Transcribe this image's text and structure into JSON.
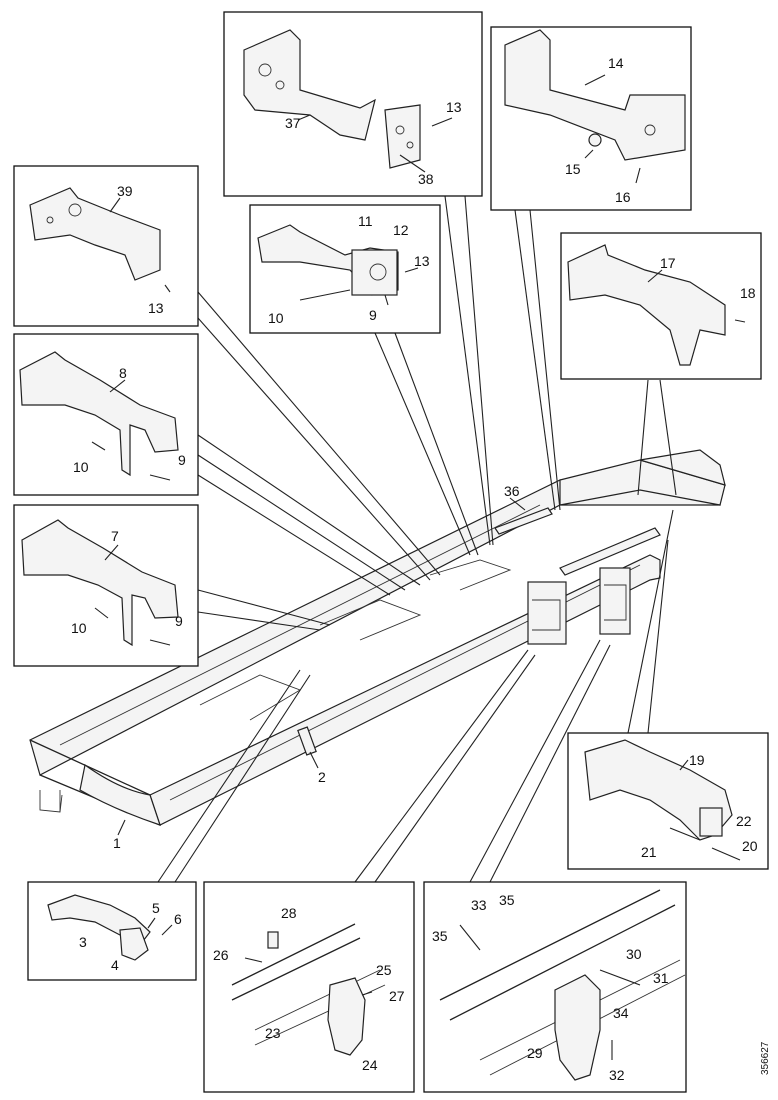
{
  "figure": {
    "drawing_code": "356627"
  },
  "callouts": [
    {
      "id": "c1",
      "text": "1"
    },
    {
      "id": "c2",
      "text": "2"
    },
    {
      "id": "c36",
      "text": "36"
    },
    {
      "id": "c37",
      "text": "37"
    },
    {
      "id": "c13a",
      "text": "13"
    },
    {
      "id": "c38",
      "text": "38"
    },
    {
      "id": "c14",
      "text": "14"
    },
    {
      "id": "c15",
      "text": "15"
    },
    {
      "id": "c16",
      "text": "16"
    },
    {
      "id": "c39",
      "text": "39"
    },
    {
      "id": "c13b",
      "text": "13"
    },
    {
      "id": "c11",
      "text": "11"
    },
    {
      "id": "c12",
      "text": "12"
    },
    {
      "id": "c13c",
      "text": "13"
    },
    {
      "id": "c10a",
      "text": "10"
    },
    {
      "id": "c9a",
      "text": "9"
    },
    {
      "id": "c17",
      "text": "17"
    },
    {
      "id": "c18",
      "text": "18"
    },
    {
      "id": "c8",
      "text": "8"
    },
    {
      "id": "c10b",
      "text": "10"
    },
    {
      "id": "c9b",
      "text": "9"
    },
    {
      "id": "c7",
      "text": "7"
    },
    {
      "id": "c10c",
      "text": "10"
    },
    {
      "id": "c9c",
      "text": "9"
    },
    {
      "id": "c19",
      "text": "19"
    },
    {
      "id": "c22",
      "text": "22"
    },
    {
      "id": "c21",
      "text": "21"
    },
    {
      "id": "c20",
      "text": "20"
    },
    {
      "id": "c5",
      "text": "5"
    },
    {
      "id": "c6",
      "text": "6"
    },
    {
      "id": "c3",
      "text": "3"
    },
    {
      "id": "c4",
      "text": "4"
    },
    {
      "id": "c28",
      "text": "28"
    },
    {
      "id": "c26",
      "text": "26"
    },
    {
      "id": "c25",
      "text": "25"
    },
    {
      "id": "c27",
      "text": "27"
    },
    {
      "id": "c23",
      "text": "23"
    },
    {
      "id": "c24",
      "text": "24"
    },
    {
      "id": "c33",
      "text": "33"
    },
    {
      "id": "c35a",
      "text": "35"
    },
    {
      "id": "c35b",
      "text": "35"
    },
    {
      "id": "c30",
      "text": "30"
    },
    {
      "id": "c31",
      "text": "31"
    },
    {
      "id": "c34",
      "text": "34"
    },
    {
      "id": "c29",
      "text": "29"
    },
    {
      "id": "c32",
      "text": "32"
    }
  ]
}
